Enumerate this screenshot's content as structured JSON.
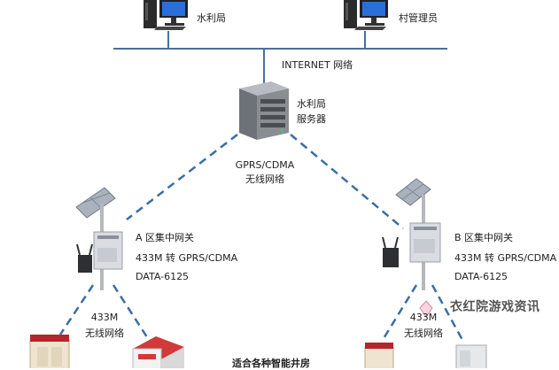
{
  "colors": {
    "network_line": "#4a6f9c",
    "dashed_link": "#3a6ea5",
    "pc_dark": "#2b2b2b",
    "screen_blue": "#2a6fd6",
    "server_gray": "#8a8d92",
    "cabinet_red": "#b3262b",
    "panel_gray": "#c9cdd2"
  },
  "icons": [
    "computer-icon",
    "server-icon",
    "solar-panel-icon",
    "gateway-box-icon",
    "control-cabinet-icon",
    "wifi-antenna-icon"
  ],
  "top_nodes": {
    "left_label": "水利局",
    "right_label": "村管理员"
  },
  "internet_label": "INTERNET 网络",
  "server": {
    "line1": "水利局",
    "line2": "服务器"
  },
  "wireless_link": {
    "line1": "GPRS/CDMA",
    "line2": "无线网络"
  },
  "gateway_a": {
    "title": "A 区集中网关",
    "protocol": "433M 转 GPRS/CDMA",
    "model": "DATA-6125"
  },
  "gateway_b": {
    "title": "B 区集中网关",
    "protocol": "433M 转 GPRS/CDMA",
    "model": "DATA-6125"
  },
  "radio_a": {
    "line1": "433M",
    "line2": "无线网络"
  },
  "radio_b": {
    "line1": "433M",
    "line2": "无线网络"
  },
  "bottom_caption": "适合各种智能井房",
  "watermark": "衣红院游戏资讯"
}
